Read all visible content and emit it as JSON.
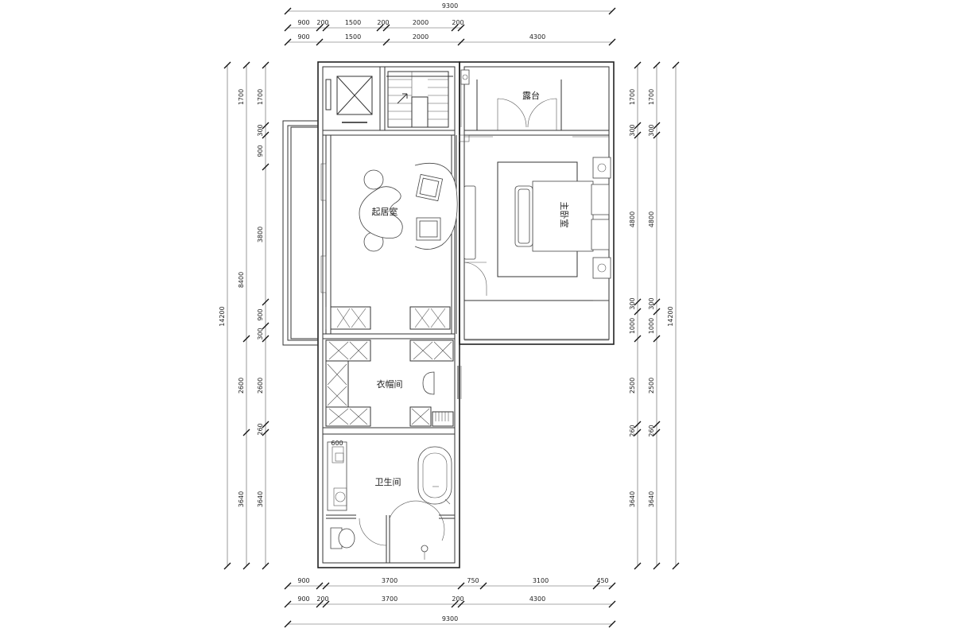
{
  "rooms": {
    "terrace": "露台",
    "living": "起居室",
    "bedroom": "主卧室",
    "closet": "衣帽间",
    "bathroom": "卫生间"
  },
  "dims": {
    "top_total": "9300",
    "top_row1": [
      "900",
      "200",
      "1500",
      "200",
      "2000",
      "200"
    ],
    "top_row2": [
      "900",
      "1500",
      "2000",
      "4300"
    ],
    "bottom_row1": [
      "900",
      "3700",
      "750",
      "3100",
      "450"
    ],
    "bottom_row2": [
      "900",
      "200",
      "3700",
      "200",
      "4300"
    ],
    "bottom_total": "9300",
    "left_total": "14200",
    "left_mid": "8400",
    "left_inner": [
      "1700",
      "300",
      "900",
      "3800",
      "900",
      "300",
      "2600",
      "260",
      "3640"
    ],
    "right_inner": [
      "1700",
      "300",
      "4800",
      "300",
      "1000",
      "2500",
      "260",
      "3640"
    ],
    "right_outer": [
      "1700",
      "300",
      "4800",
      "300",
      "1000",
      "2500",
      "260",
      "3640"
    ],
    "right_total": "14200",
    "sink_label": "600"
  }
}
